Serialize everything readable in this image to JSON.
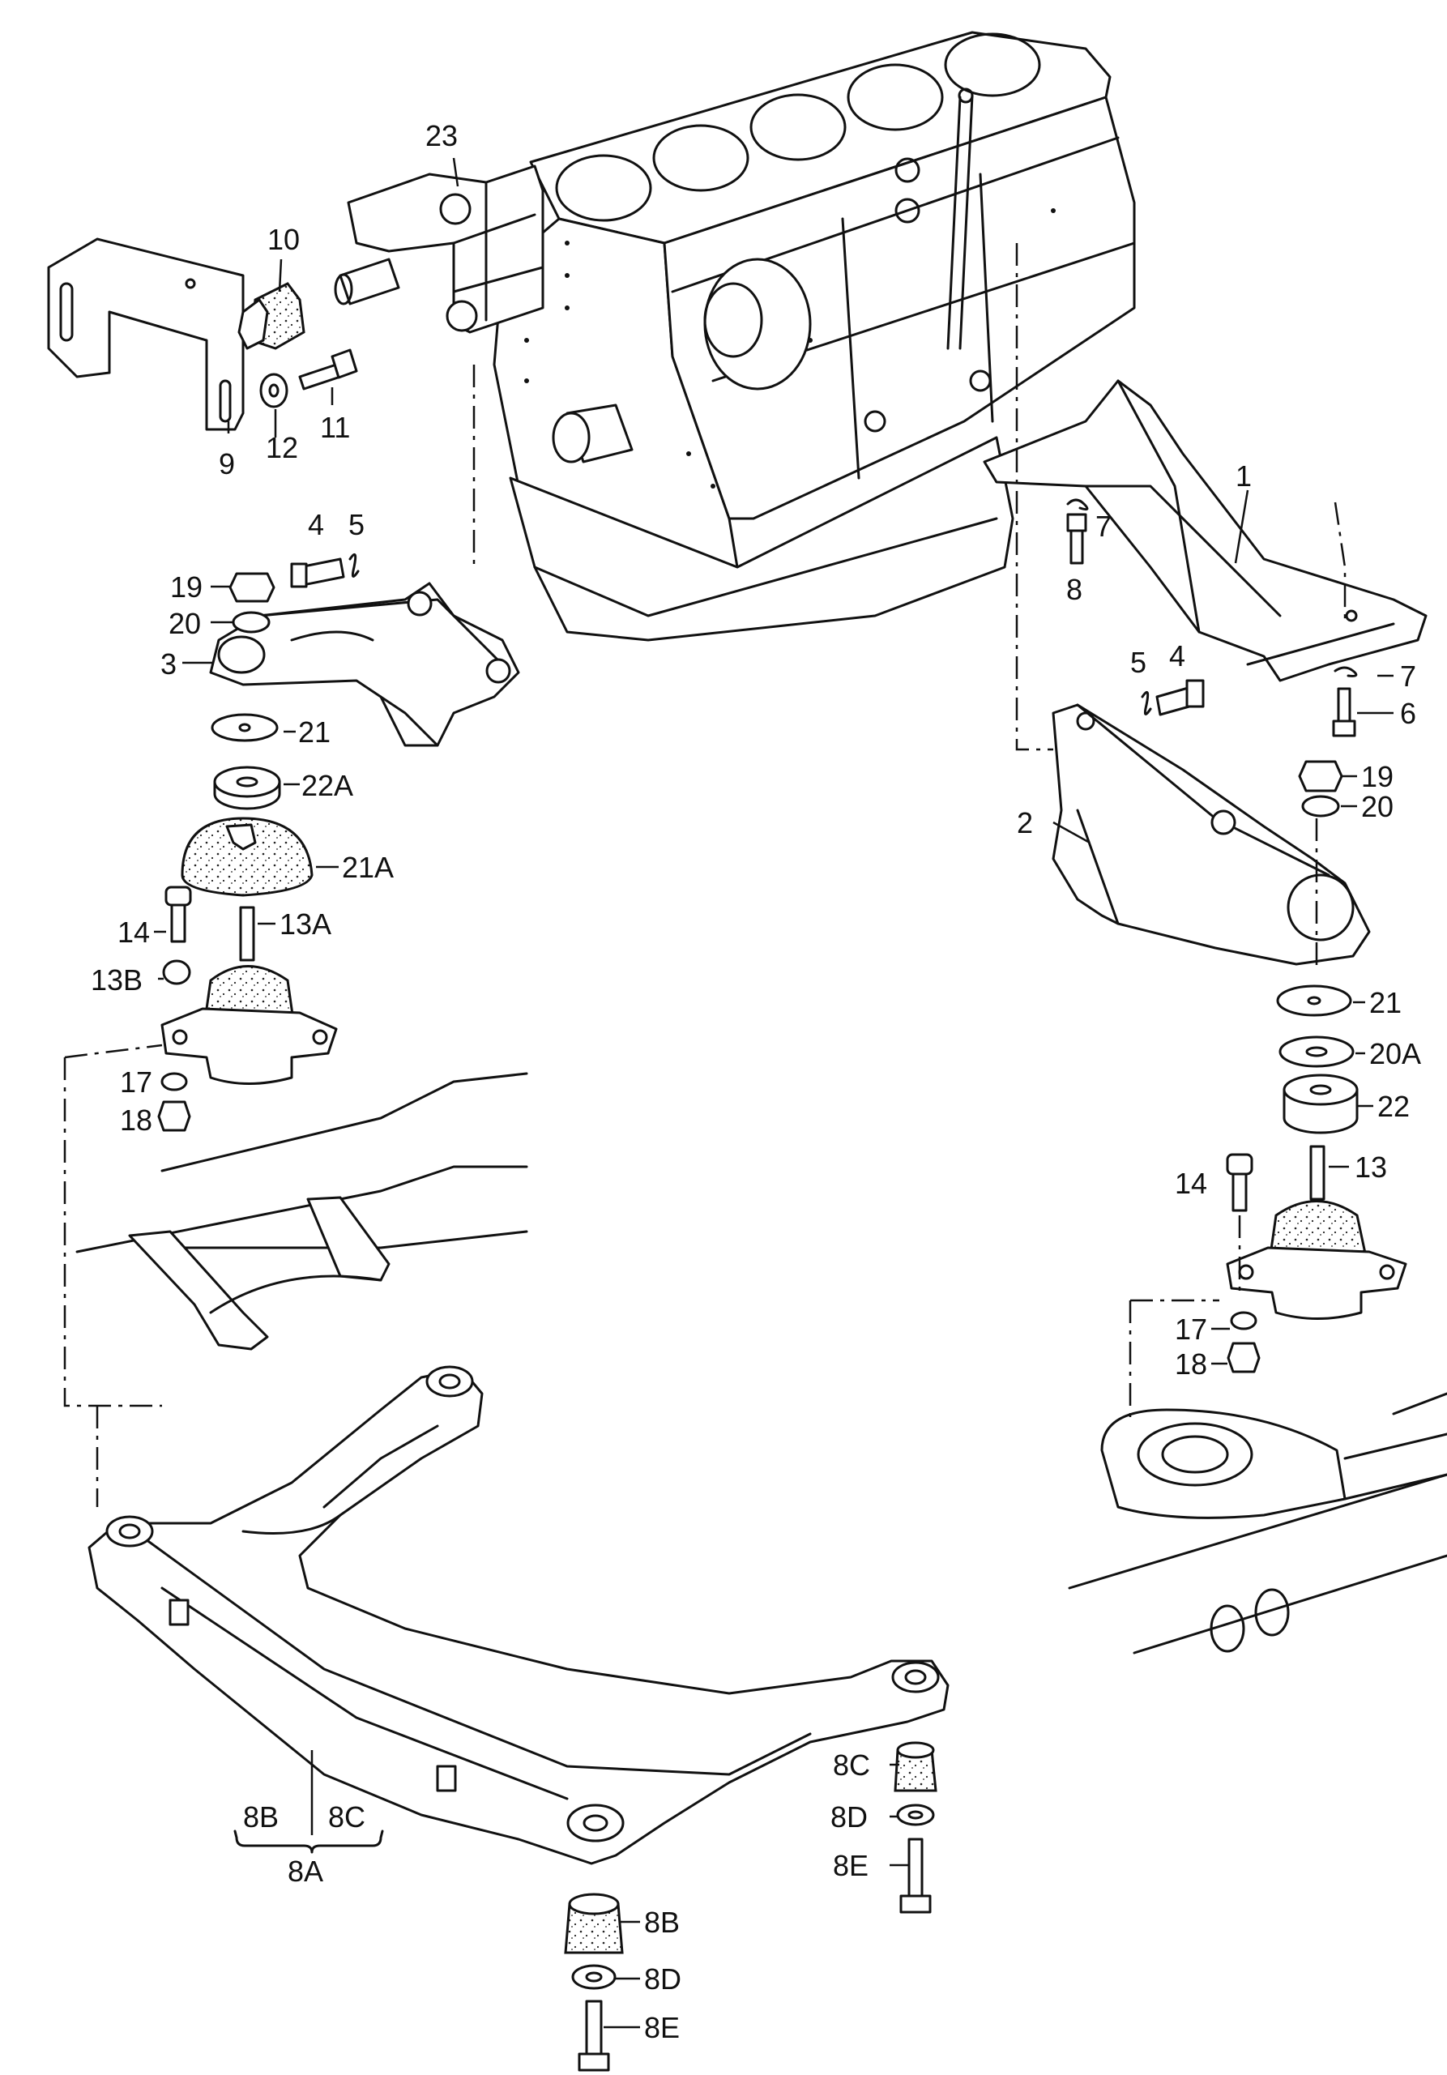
{
  "diagram": {
    "callouts": [
      {
        "id": "23",
        "text": "23"
      },
      {
        "id": "10",
        "text": "10"
      },
      {
        "id": "9",
        "text": "9"
      },
      {
        "id": "12",
        "text": "12"
      },
      {
        "id": "11",
        "text": "11"
      },
      {
        "id": "4a",
        "text": "4"
      },
      {
        "id": "5a",
        "text": "5"
      },
      {
        "id": "19a",
        "text": "19"
      },
      {
        "id": "20a",
        "text": "20"
      },
      {
        "id": "3",
        "text": "3"
      },
      {
        "id": "21a",
        "text": "21"
      },
      {
        "id": "22A",
        "text": "22A"
      },
      {
        "id": "21A",
        "text": "21A"
      },
      {
        "id": "13A",
        "text": "13A"
      },
      {
        "id": "14a",
        "text": "14"
      },
      {
        "id": "13B",
        "text": "13B"
      },
      {
        "id": "17a",
        "text": "17"
      },
      {
        "id": "18a",
        "text": "18"
      },
      {
        "id": "1",
        "text": "1"
      },
      {
        "id": "7a",
        "text": "7"
      },
      {
        "id": "8",
        "text": "8"
      },
      {
        "id": "5b",
        "text": "5"
      },
      {
        "id": "4b",
        "text": "4"
      },
      {
        "id": "7b",
        "text": "7"
      },
      {
        "id": "6",
        "text": "6"
      },
      {
        "id": "19b",
        "text": "19"
      },
      {
        "id": "20b",
        "text": "20"
      },
      {
        "id": "2",
        "text": "2"
      },
      {
        "id": "21b",
        "text": "21"
      },
      {
        "id": "20A",
        "text": "20A"
      },
      {
        "id": "22",
        "text": "22"
      },
      {
        "id": "13",
        "text": "13"
      },
      {
        "id": "14b",
        "text": "14"
      },
      {
        "id": "17b",
        "text": "17"
      },
      {
        "id": "18b",
        "text": "18"
      },
      {
        "id": "8C",
        "text": "8C"
      },
      {
        "id": "8D",
        "text": "8D"
      },
      {
        "id": "8E",
        "text": "8E"
      },
      {
        "id": "8B",
        "text": "8B"
      },
      {
        "id": "8D2",
        "text": "8D"
      },
      {
        "id": "8E2",
        "text": "8E"
      },
      {
        "id": "8Bb",
        "text": "8B"
      },
      {
        "id": "8Cb",
        "text": "8C"
      },
      {
        "id": "8A",
        "text": "8A"
      }
    ]
  }
}
